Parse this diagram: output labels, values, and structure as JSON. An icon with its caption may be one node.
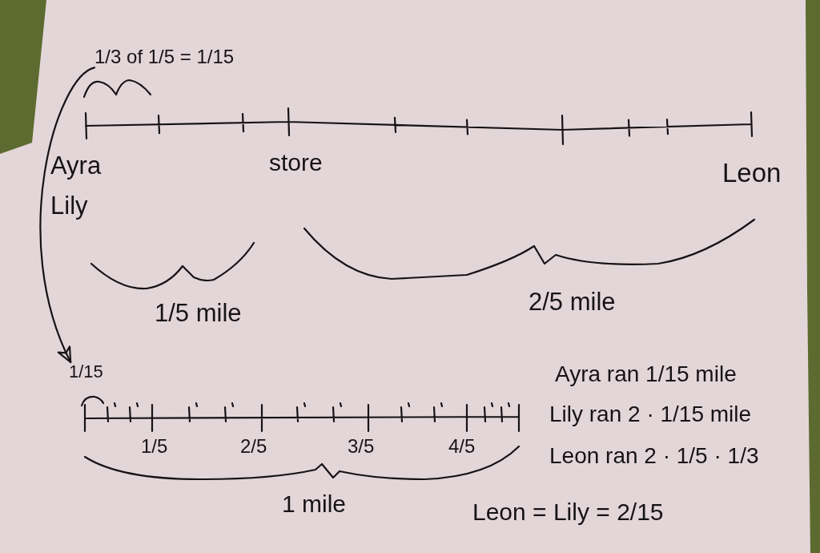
{
  "diagram": {
    "nodes": [
      {
        "text": [
          "1/3 of 1/5 = 1/15"
        ]
      },
      {
        "text": [
          "1/15"
        ]
      }
    ],
    "edges": [
      {
        "from": 0,
        "to": 1,
        "arrow": "to"
      }
    ],
    "labels": [
      "Ayra",
      "store",
      "Leon",
      "Lily",
      "1/5 mile",
      "2/5 mile",
      "1/5",
      "2/5",
      "3/5",
      "4/5",
      "1 mile",
      "Ayra ran 1/15 mile",
      "Lily ran 2 · 1/15 mile",
      "Leon ran 2 · 1/5 · 1/3",
      "Leon = Lily = 2/15"
    ]
  }
}
